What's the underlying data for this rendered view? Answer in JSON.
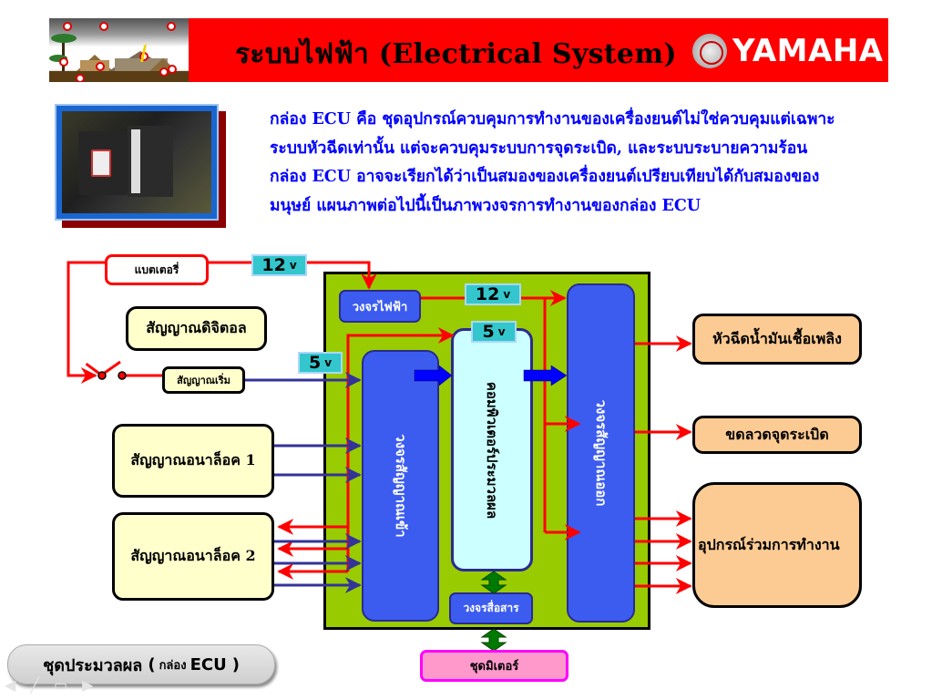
{
  "header": {
    "title": "ระบบไฟฟ้า (Electrical System)",
    "brand": "YAMAHA",
    "colors": {
      "bar": "#ff0000",
      "text": "#000000",
      "brand_text": "#ffffff"
    }
  },
  "intro": {
    "lines": [
      "กล่อง ECU คือ ชุดอุปกรณ์ควบคุมการทำงานของเครื่องยนต์ไม่ใช่ควบคุมแต่เฉพาะ",
      "ระบบหัวฉีดเท่านั้น แต่จะควบคุมระบบการจุดระเบิด, และระบบระบายความร้อน",
      "กล่อง ECU อาจจะเรียกได้ว่าเป็นสมองของเครื่องยนต์เปรียบเทียบได้กับสมองของ",
      "มนุษย์   แผนภาพต่อไปนี้เป็นภาพวงจรการทำงานของกล่อง ECU"
    ],
    "color": "#0000ff"
  },
  "diagram": {
    "battery": "แบตเตอรี่",
    "digital_signal": "สัญญาณดิจิตอล",
    "start_signal": "สัญญาณเริ่ม",
    "analog_1": "สัญญาณอนาล็อค 1",
    "analog_2": "สัญญาณอนาล็อค 2",
    "power_circuit": "วงจรไฟฟ้า",
    "input_circuit": "วงจรสัญญาณเข้า",
    "cpu": "คอมพิวเตอร์ประมวลผล",
    "output_circuit": "วงจรสัญญาณออก",
    "comm_circuit": "วงจรสื่อสาร",
    "meter": "ชุดมิเตอร์",
    "injector": "หัวฉีดน้ำมันเชื้อเพลิง",
    "ignition_coil": "ขดลวดจุดระเบิด",
    "actuators": "อุปกรณ์ร่วมการทำงาน",
    "voltages": {
      "battery_line": {
        "value": "12",
        "unit": "v"
      },
      "power_line": {
        "value": "12",
        "unit": "v"
      },
      "cpu_supply": {
        "value": "5",
        "unit": "v"
      },
      "sensor_supply": {
        "value": "5",
        "unit": "v"
      }
    },
    "colors": {
      "ecu_board": "#99cc00",
      "circuit_block": "#3c5cf0",
      "cpu_block": "#ccffff",
      "input_box": "#ffffcc",
      "output_box": "#fccb93",
      "meter_box": "#ff99cc",
      "power_wire": "#ff0000",
      "signal_wire": "#333399",
      "voltage_badge": "#33c6cc"
    }
  },
  "footer": {
    "label_th": "ชุดประมวลผล",
    "open_paren": "(",
    "label_small": "กล่อง",
    "label_en": "ECU",
    "close_paren": ")"
  },
  "slide_nav": [
    "◀",
    "╱",
    "▭",
    "▶"
  ]
}
